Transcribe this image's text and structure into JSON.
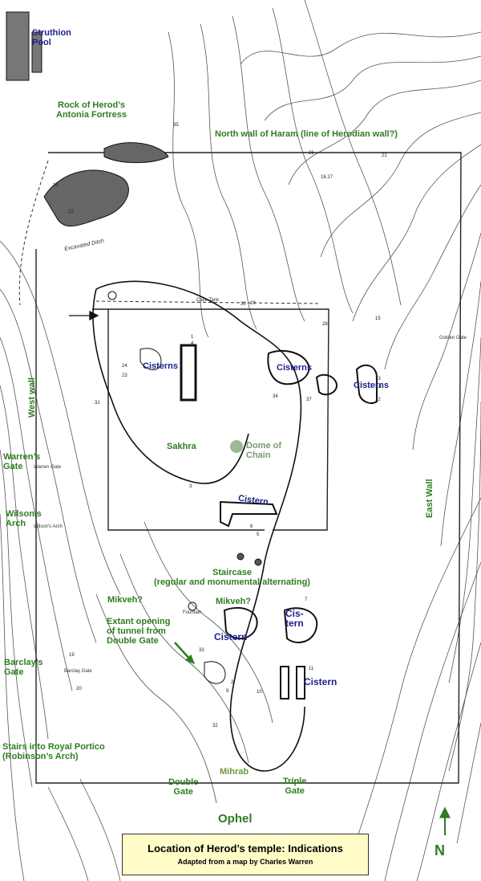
{
  "labels": {
    "struthion_pool": "Struthion\nPool",
    "antonia": "Rock of Herod’s\nAntonia Fortress",
    "north_wall": "North wall of Haram (line of Herodian wall?)",
    "west_wall": "West wall",
    "east_wall": "East Wall",
    "cisterns_1": "Cisterns",
    "cisterns_2": "Cisterns",
    "cisterns_3": "Cisterns",
    "sakhra": "Sakhra",
    "dome_of_chain": "Dome of\nChain",
    "cistern_mid": "Cistern",
    "warrens_gate": "Warren’s\nGate",
    "wilsons_arch": "Wilson’s\nArch",
    "staircase": "Staircase\n(regular and monumental alternating)",
    "mikveh_1": "Mikveh?",
    "mikveh_2": "Mikveh?",
    "extant_opening": "Extant opening\nof tunnel from\nDouble Gate",
    "cistern_low": "Cistern",
    "cistern_split": "Cis-\ntern",
    "cistern_right": "Cistern",
    "barclays_gate": "Barclay’s\nGate",
    "royal_portico": "Stairs into Royal Portico\n(Robinson’s Arch)",
    "mihrab": "Mihrab",
    "double_gate": "Double\nGate",
    "triple_gate": "Triple\nGate",
    "ophel": "Ophel",
    "north": "N"
  },
  "map_text": {
    "excavated_ditch": "Excavated Ditch",
    "cave_tank": "Cave Tank",
    "warren_gate": "Warren Gate",
    "wilsons_arch_small": "Wilson's Arch",
    "barclay_gate_small": "Barclay Gate",
    "golden_gate": "Golden Gate",
    "fountain": "Fountain",
    "numbers": [
      "35",
      "26",
      "16,17",
      "21",
      "18",
      "22",
      "23",
      "29",
      "28",
      "15",
      "13",
      "14",
      "12",
      "24",
      "33",
      "34",
      "37",
      "31",
      "5",
      "4",
      "1",
      "3",
      "7",
      "11",
      "19",
      "20",
      "9",
      "32",
      "10",
      "2",
      "30",
      "6"
    ]
  },
  "caption": {
    "title": "Location of Herod’s temple: Indications",
    "subtitle": "Adapted from a map by Charles Warren"
  },
  "colors": {
    "green_label": "#2e7d20",
    "blue_label": "#1a1f8c",
    "caption_bg": "#fffcc8",
    "contour": "#444444"
  }
}
